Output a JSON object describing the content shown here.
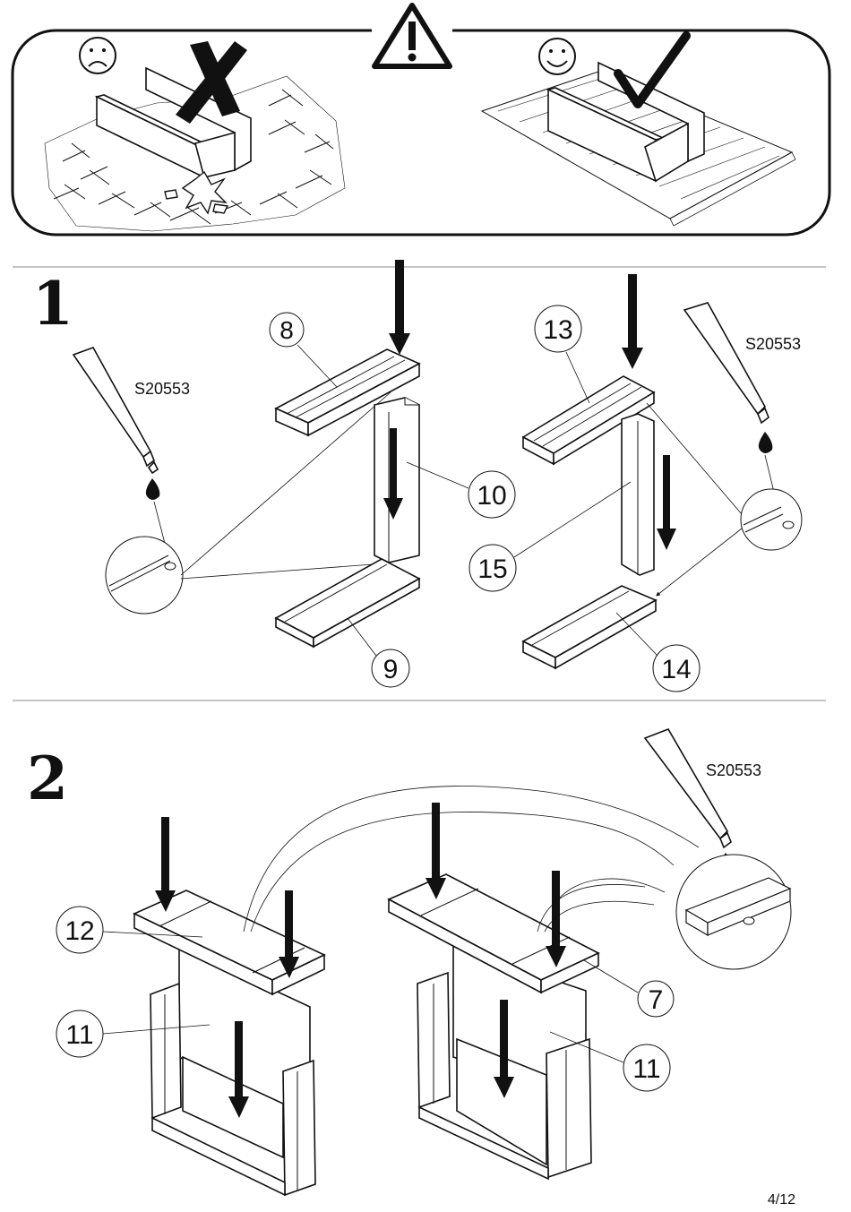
{
  "warning": {
    "icon": "warning-triangle-icon",
    "bad_icon": "sad-face-icon",
    "good_icon": "smiley-face-icon",
    "bad_mark": "cross-mark-icon",
    "good_mark": "check-mark-icon"
  },
  "steps": [
    {
      "number": "1",
      "glue_label_left": "S20553",
      "glue_label_right": "S20553",
      "parts": [
        "8",
        "9",
        "10",
        "13",
        "14",
        "15"
      ]
    },
    {
      "number": "2",
      "glue_label": "S20553",
      "parts": [
        "12",
        "11",
        "7",
        "11"
      ]
    }
  ],
  "page_number": "4/12",
  "colors": {
    "ink": "#111111",
    "paper": "#ffffff"
  }
}
